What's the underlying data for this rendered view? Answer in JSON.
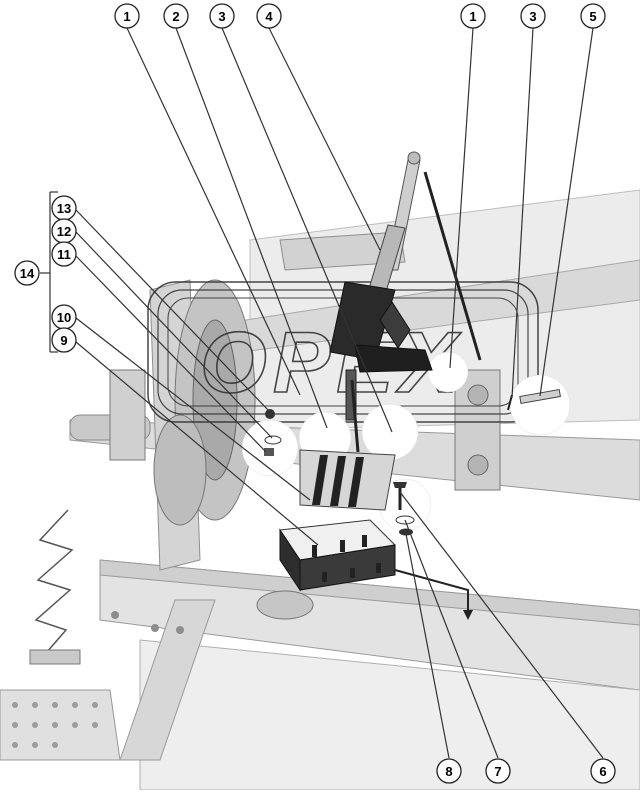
{
  "callouts": {
    "top": [
      "1",
      "2",
      "3",
      "4",
      "1",
      "3",
      "5"
    ],
    "left": [
      "13",
      "12",
      "11",
      "10",
      "9"
    ],
    "group": "14",
    "bottom": [
      "8",
      "7",
      "6"
    ]
  },
  "watermark": {
    "text": "OPEX"
  },
  "colors": {
    "background": "#ffffff",
    "machine_light": "#e6e6e6",
    "machine_mid": "#cfcfcf",
    "machine_dark": "#9a9a9a",
    "part_dark": "#2a2a2a",
    "line": "#222222"
  }
}
